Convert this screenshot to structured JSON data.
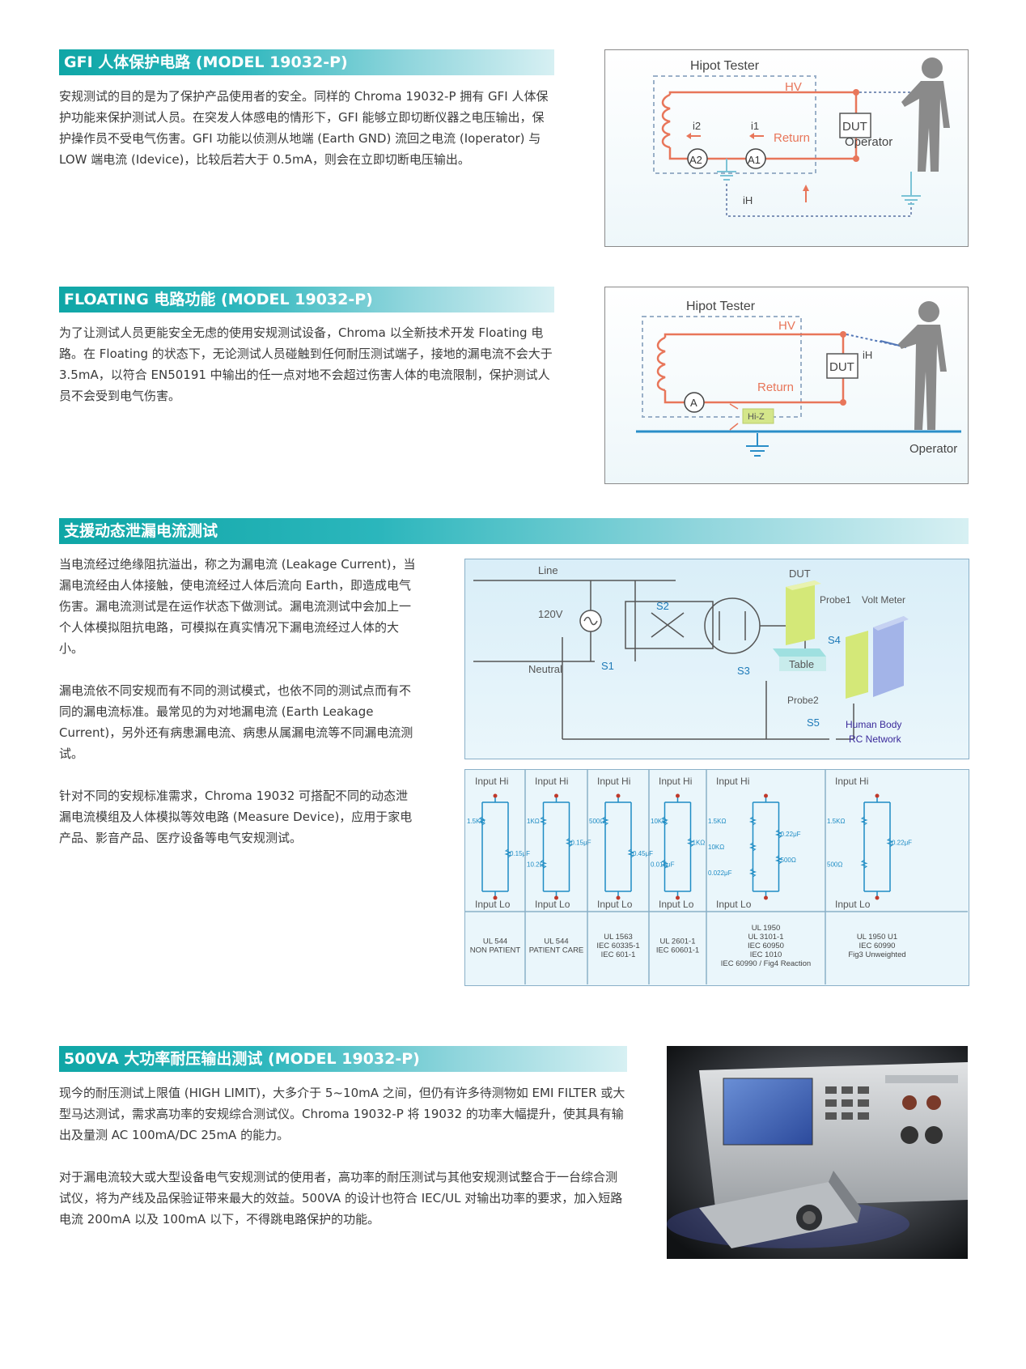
{
  "sections": [
    {
      "title": "GFI 人体保护电路 (MODEL 19032-P)",
      "paragraphs": [
        "安规测试的目的是为了保护产品使用者的安全。同样的 Chroma 19032-P 拥有 GFI 人体保护功能来保护测试人员。在突发人体感电的情形下，GFI 能够立即切断仪器之电压输出，保护操作员不受电气伤害。GFI 功能以侦测从地端 (Earth GND) 流回之电流 (Ioperator) 与 LOW 端电流 (Idevice)，比较后若大于 0.5mA，则会在立即切断电压输出。"
      ]
    },
    {
      "title": "FLOATING 电路功能 (MODEL 19032-P)",
      "paragraphs": [
        "为了让测试人员更能安全无虑的使用安规测试设备，Chroma 以全新技术开发 Floating 电路。在 Floating 的状态下，无论测试人员碰触到任何耐压测试端子，接地的漏电流不会大于 3.5mA，以符合 EN50191 中输出的任一点对地不会超过伤害人体的电流限制，保护测试人员不会受到电气伤害。"
      ]
    },
    {
      "title": "支援动态泄漏电流测试",
      "paragraphs": [
        "当电流经过绝缘阻抗溢出，称之为漏电流 (Leakage Current)，当漏电流经由人体接触，使电流经过人体后流向 Earth，即造成电气伤害。漏电流测试是在运作状态下做测试。漏电流测试中会加上一个人体模拟阻抗电路，可模拟在真实情况下漏电流经过人体的大小。",
        "漏电流依不同安规而有不同的测试模式，也依不同的测试点而有不同的漏电流标准。最常见的为对地漏电流 (Earth Leakage Current)，另外还有病患漏电流、病患从属漏电流等不同漏电流测试。",
        "针对不同的安规标准需求，Chroma 19032 可搭配不同的动态泄漏电流模组及人体模拟等效电路 (Measure Device)，应用于家电产品、影音产品、医疗设备等电气安规测试。"
      ]
    },
    {
      "title": "500VA 大功率耐压输出测试 (MODEL 19032-P)",
      "paragraphs": [
        "现今的耐压测试上限值 (HIGH LIMIT)，大多介于 5~10mA 之间，但仍有许多待测物如 EMI FILTER 或大型马达测试，需求高功率的安规综合测试仪。Chroma 19032-P 将 19032 的功率大幅提升，使其具有输出及量测 AC 100mA/DC 25mA 的能力。",
        "对于漏电流较大或大型设备电气安规测试的使用者，高功率的耐压测试与其他安规测试整合于一台综合测试仪，将为产线及品保验证带来最大的效益。500VA 的设计也符合 IEC/UL 对输出功率的要求，加入短路电流 200mA 以及 100mA 以下，不得跳电路保护的功能。"
      ]
    }
  ],
  "fig_gfi": {
    "title": "Hipot Tester",
    "hv": "HV",
    "return": "Return",
    "dut": "DUT",
    "operator": "Operator",
    "i1": "i1",
    "i2": "i2",
    "ih": "iH",
    "a1": "A1",
    "a2": "A2"
  },
  "fig_float": {
    "title": "Hipot Tester",
    "hv": "HV",
    "return": "Return",
    "dut": "DUT",
    "operator": "Operator",
    "ih": "iH",
    "a": "A",
    "hiz": "Hi-Z"
  },
  "fig_leak": {
    "line": "Line",
    "neutral": "Neutral",
    "v120": "120V",
    "dut": "DUT",
    "probe1": "Probe1",
    "volt_meter": "Volt Meter",
    "table": "Table",
    "probe2": "Probe2",
    "human_body": "Human Body",
    "rc_network": "RC Network",
    "s1": "S1",
    "s2": "S2",
    "s3": "S3",
    "s4": "S4",
    "s5": "S5"
  },
  "networks": {
    "input_hi": "Input Hi",
    "input_lo": "Input Lo",
    "cells": [
      {
        "components": [
          "1.5KΩ",
          "0.15μF"
        ],
        "standard": [
          "UL 544",
          "NON PATIENT"
        ]
      },
      {
        "components": [
          "1KΩ",
          "0.15μF",
          "10.2Ω"
        ],
        "standard": [
          "UL 544",
          "PATIENT CARE"
        ]
      },
      {
        "components": [
          "500Ω",
          "0.45μF"
        ],
        "standard": [
          "UL 1563",
          "IEC 60335-1",
          "IEC 601-1"
        ]
      },
      {
        "components": [
          "10KΩ",
          "1KΩ",
          "0.015μF"
        ],
        "standard": [
          "UL 2601-1",
          "IEC 60601-1"
        ]
      },
      {
        "components": [
          "1.5KΩ",
          "0.22μF",
          "10KΩ",
          "500Ω",
          "0.022μF"
        ],
        "standard": [
          "UL 1950",
          "UL 3101-1",
          "IEC 60950",
          "IEC 1010",
          "IEC 60990 / Fig4 Reaction"
        ]
      },
      {
        "components": [
          "1.5KΩ",
          "0.22μF",
          "500Ω"
        ],
        "standard": [
          "UL 1950 U1",
          "IEC 60990",
          "Fig3 Unweighted"
        ]
      }
    ]
  },
  "colors": {
    "accent": "#14a8aa",
    "circuit": "#e8765a",
    "ground": "#7cc3d6",
    "panel": "#dff1f8"
  }
}
